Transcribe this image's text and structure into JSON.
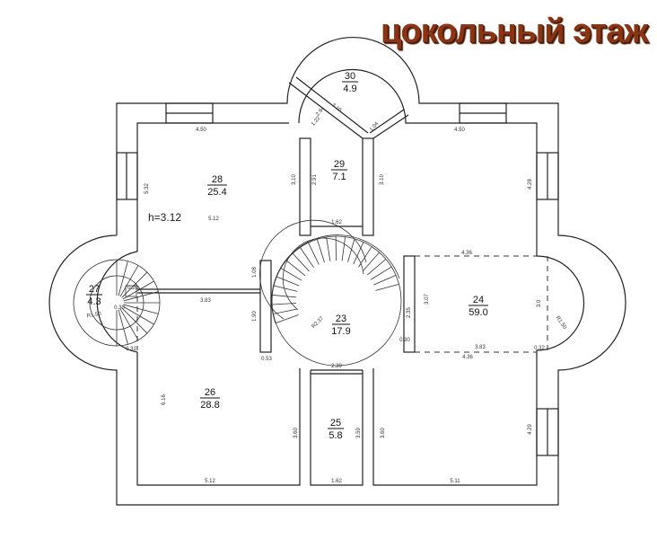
{
  "title": "цокольный этаж",
  "ceiling_height": "h=3.12",
  "colors": {
    "title": "#8a3414",
    "lines": "#222222"
  },
  "rooms": [
    {
      "number": "23",
      "area": "17.9"
    },
    {
      "number": "24",
      "area": "59.0"
    },
    {
      "number": "25",
      "area": "5.8"
    },
    {
      "number": "26",
      "area": "28.8"
    },
    {
      "number": "27",
      "area": "4.3"
    },
    {
      "number": "28",
      "area": "25.4"
    },
    {
      "number": "29",
      "area": "7.1"
    },
    {
      "number": "30",
      "area": "4.9"
    }
  ],
  "dimensions": [
    "4.50",
    "5.32",
    "5.12",
    "3.10",
    "2.91",
    "3.10",
    "1.62",
    "2.94",
    "3.10",
    "1.22",
    "1.04",
    "4.50",
    "4.28",
    "4.36",
    "3.07",
    "2.35",
    "3.0",
    "R1.50",
    "0.30",
    "3.83",
    "4.36",
    "0.32",
    "1.08",
    "1.90",
    "R2.37",
    "0.53",
    "2.30",
    "3.83",
    "0.20",
    "0.30",
    "R1.50",
    "0.32",
    "6.16",
    "3.60",
    "3.59",
    "3.60",
    "4.29",
    "5.12",
    "1.62",
    "5.11"
  ]
}
